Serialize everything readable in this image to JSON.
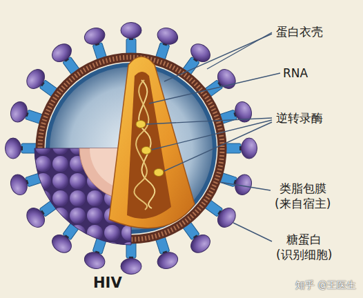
{
  "diagram": {
    "caption": "HIV",
    "labels": [
      "蛋白衣壳",
      "RNA",
      "逆转录酶",
      "类脂包膜 (来自宿主)",
      "糖蛋白 (识别细胞)",
      "知乎 @王医生"
    ]
  }
}
